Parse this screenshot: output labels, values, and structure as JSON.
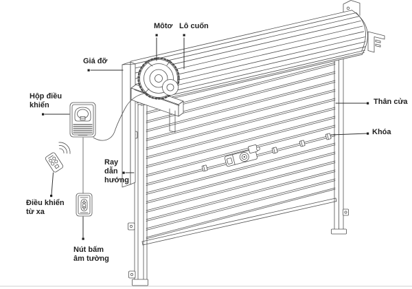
{
  "figure": {
    "title": "Roller shutter door components diagram",
    "colors": {
      "background": "#ffffff",
      "line": "#4d4d4d",
      "label_text": "#1f1f1f",
      "leader": "#2e2e2e",
      "ground_line": "#cfcfcf"
    },
    "labels": {
      "moto": "Môtơ",
      "lo_cuon": "Lô cuốn",
      "gia_do": "Giá đỡ",
      "hop_dieu_khien_line1": "Hộp điều",
      "hop_dieu_khien_line2": "khiển",
      "ray_line1": "Ray",
      "ray_line2": "dẫn",
      "ray_line3": "hướng",
      "dieu_khien_line1": "Điều khiển",
      "dieu_khien_line2": "từ xa",
      "nut_bam_line1": "Nút bấm",
      "nut_bam_line2": "âm tường",
      "than_cua": "Thân cửa",
      "khoa": "Khóa"
    }
  }
}
